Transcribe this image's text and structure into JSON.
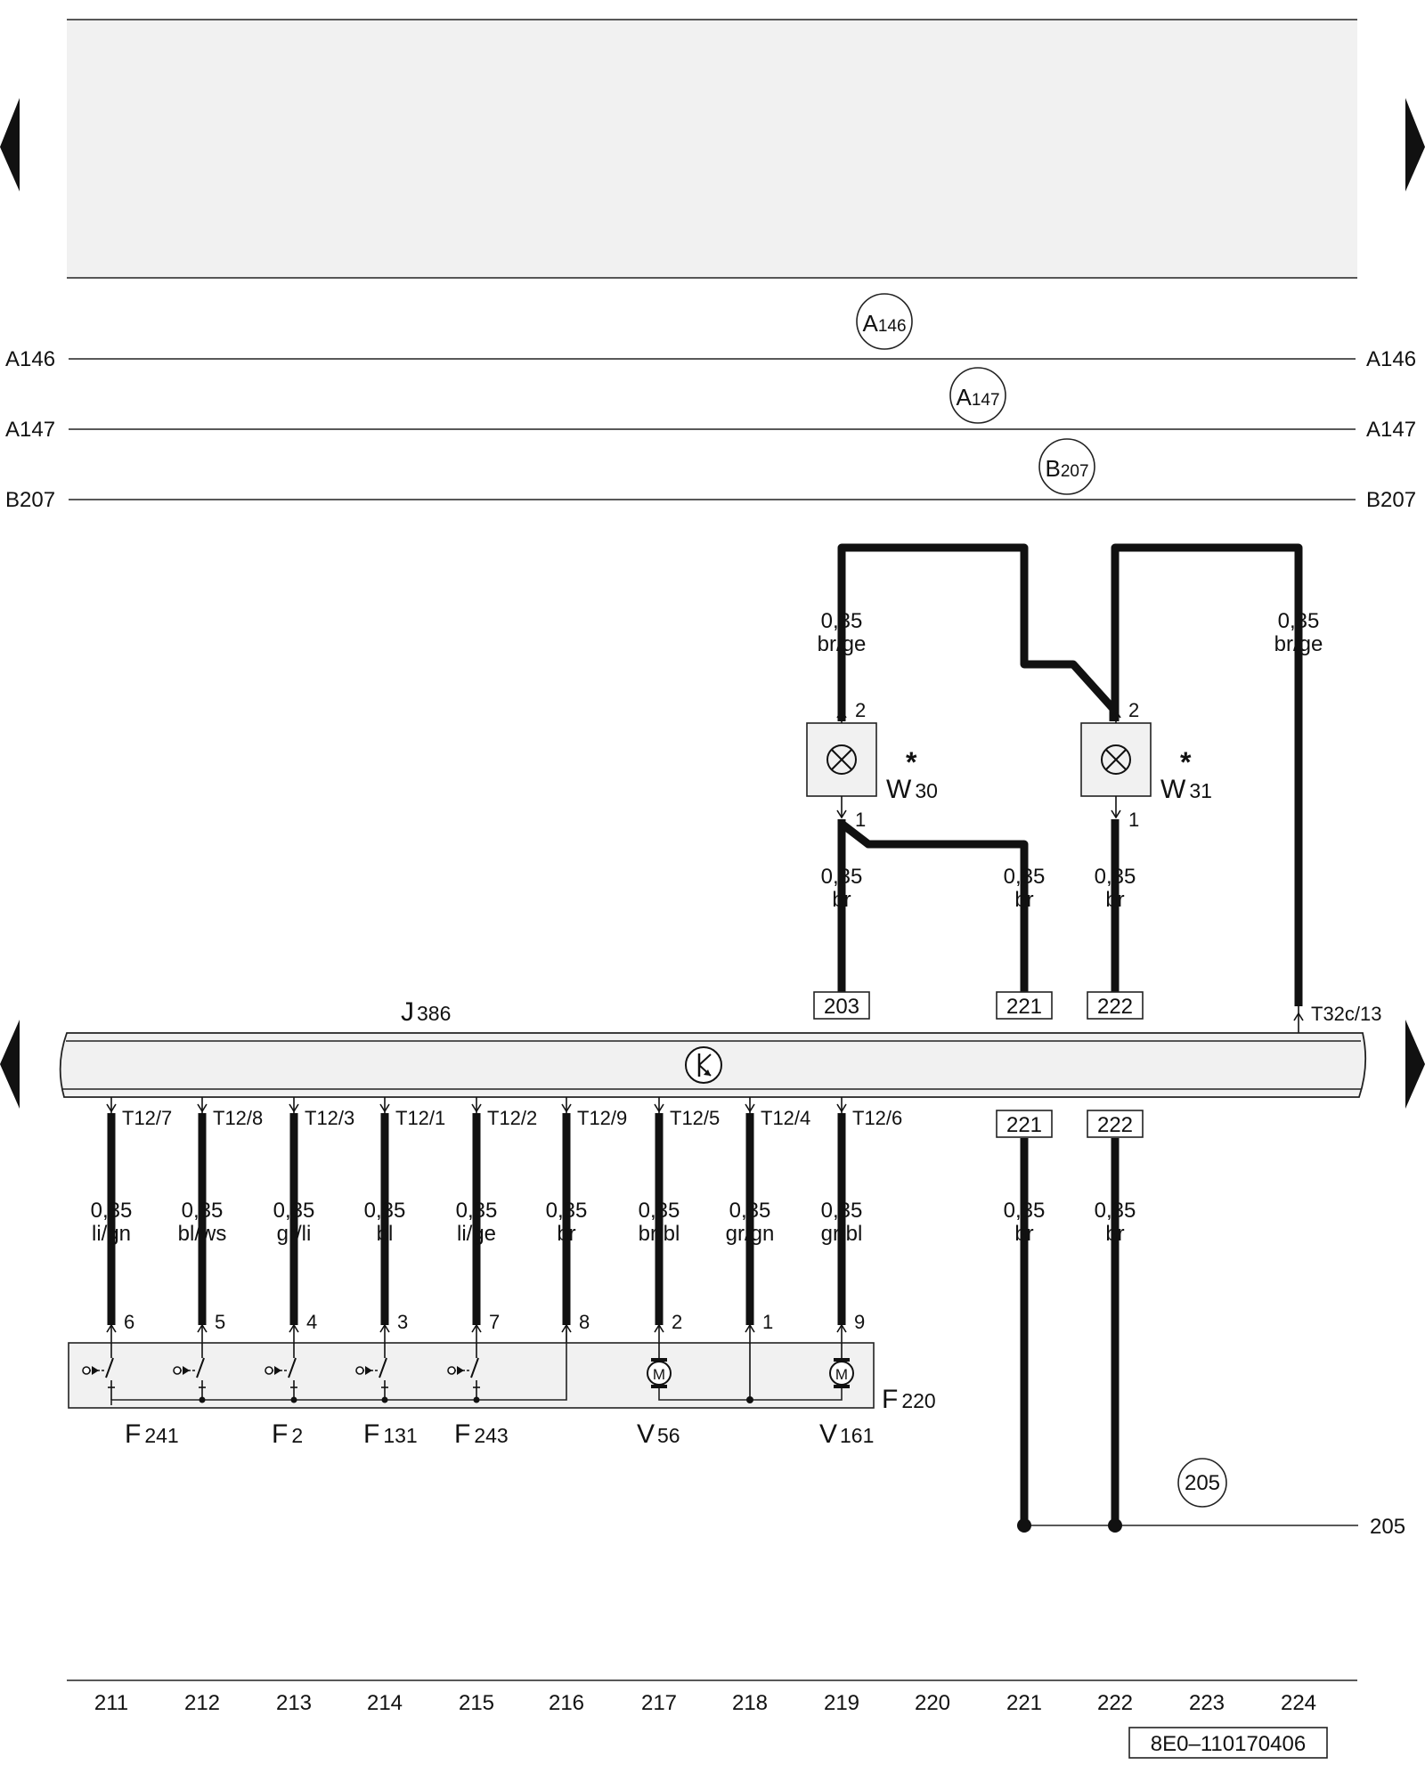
{
  "page_refs": {
    "a146": {
      "label": "A146",
      "marker_letter": "A",
      "marker_num": "146"
    },
    "a147": {
      "label": "A147",
      "marker_letter": "A",
      "marker_num": "147"
    },
    "b207": {
      "label": "B207",
      "marker_letter": "B",
      "marker_num": "207"
    }
  },
  "control_unit": {
    "letter": "J",
    "number": "386"
  },
  "connectors": {
    "t32c_13": "T32c/13",
    "pins": [
      {
        "label": "T12/7",
        "gauge": "0,35",
        "color": "li/gn",
        "pin": "6"
      },
      {
        "label": "T12/8",
        "gauge": "0,35",
        "color": "bl/ws",
        "pin": "5"
      },
      {
        "label": "T12/3",
        "gauge": "0,35",
        "color": "gr/li",
        "pin": "4"
      },
      {
        "label": "T12/1",
        "gauge": "0,35",
        "color": "bl",
        "pin": "3"
      },
      {
        "label": "T12/2",
        "gauge": "0,35",
        "color": "li/ge",
        "pin": "7"
      },
      {
        "label": "T12/9",
        "gauge": "0,35",
        "color": "br",
        "pin": "8"
      },
      {
        "label": "T12/5",
        "gauge": "0,35",
        "color": "br/bl",
        "pin": "2"
      },
      {
        "label": "T12/4",
        "gauge": "0,35",
        "color": "gr/gn",
        "pin": "1"
      },
      {
        "label": "T12/6",
        "gauge": "0,35",
        "color": "gr/bl",
        "pin": "9"
      }
    ]
  },
  "lamps": {
    "w30": {
      "letter": "W",
      "number": "30",
      "star": "*",
      "pin_top": "2",
      "pin_bottom": "1"
    },
    "w31": {
      "letter": "W",
      "number": "31",
      "star": "*",
      "pin_top": "2",
      "pin_bottom": "1"
    }
  },
  "wires": {
    "br_ge_left": {
      "gauge": "0,35",
      "color": "br/ge"
    },
    "br_ge_right": {
      "gauge": "0,35",
      "color": "br/ge"
    },
    "w30_br": {
      "gauge": "0,35",
      "color": "br"
    },
    "c221_br": {
      "gauge": "0,35",
      "color": "br"
    },
    "w31_br": {
      "gauge": "0,35",
      "color": "br"
    },
    "lower_221_br": {
      "gauge": "0,35",
      "color": "br"
    },
    "lower_222_br": {
      "gauge": "0,35",
      "color": "br"
    }
  },
  "refs": {
    "r203": "203",
    "r221": "221",
    "r222": "222",
    "r221b": "221",
    "r222b": "222"
  },
  "ground": {
    "marker": "205",
    "label": "205"
  },
  "switch_unit": {
    "letter": "F",
    "number": "220",
    "components": [
      {
        "letter": "F",
        "number": "241"
      },
      {
        "letter": "F",
        "number": "2"
      },
      {
        "letter": "F",
        "number": "131"
      },
      {
        "letter": "F",
        "number": "243"
      },
      {
        "letter": "V",
        "number": "56"
      },
      {
        "letter": "V",
        "number": "161"
      }
    ],
    "motor_symbol": "M"
  },
  "columns": [
    "211",
    "212",
    "213",
    "214",
    "215",
    "216",
    "217",
    "218",
    "219",
    "220",
    "221",
    "222",
    "223",
    "224"
  ],
  "doc_code": "8E0–110170406",
  "colors": {
    "line": "#111111",
    "shade": "#f1f1f1"
  }
}
